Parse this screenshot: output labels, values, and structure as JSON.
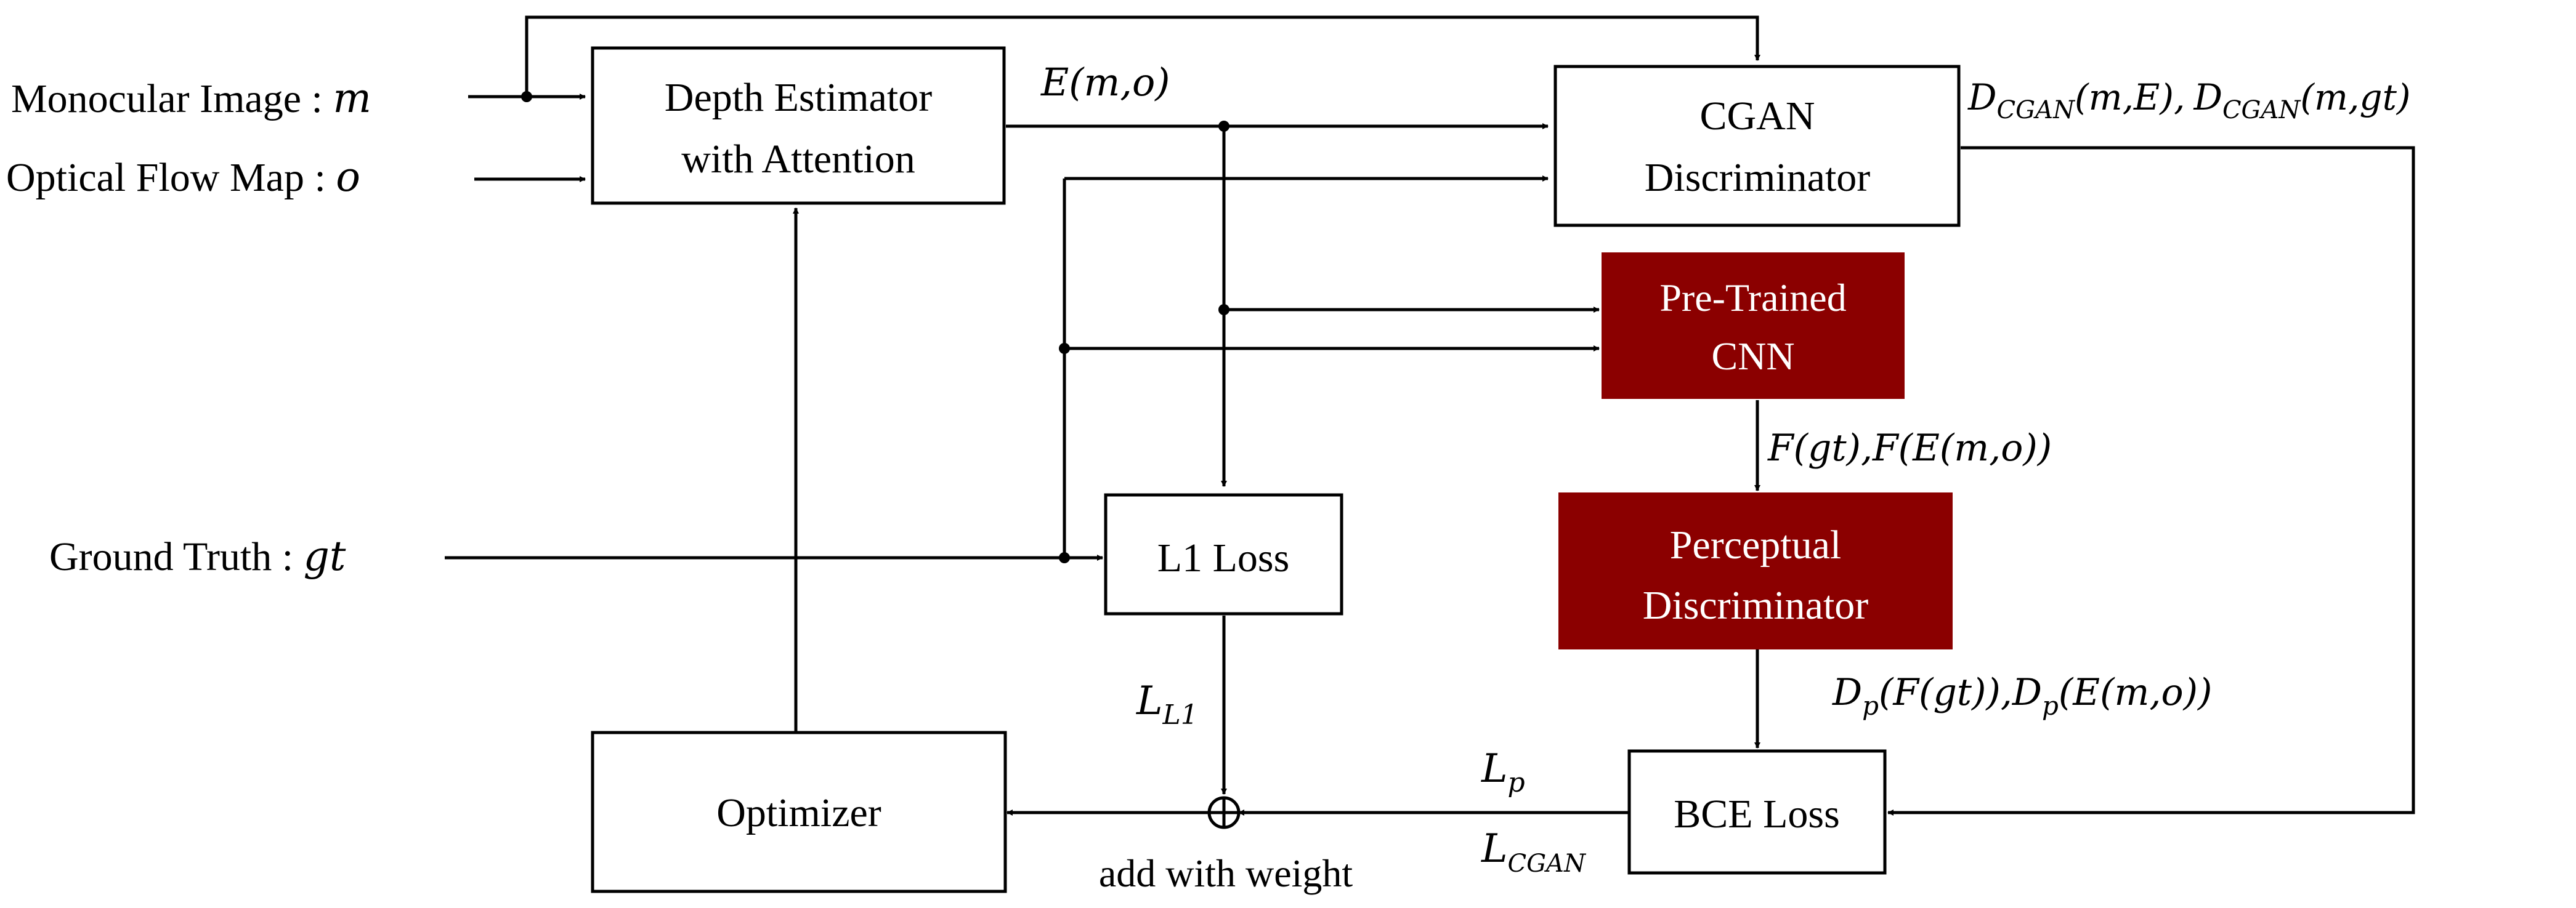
{
  "inputs": {
    "monocular": {
      "label": "Monocular Image : ",
      "var": "m"
    },
    "optical": {
      "label": "Optical Flow Map : ",
      "var": "o"
    },
    "ground_truth": {
      "label": "Ground Truth : ",
      "var": "gt"
    }
  },
  "boxes": {
    "depth_estimator": [
      "Depth Estimator",
      "with Attention"
    ],
    "cgan": [
      "CGAN",
      "Discriminator"
    ],
    "pretrained": [
      "Pre-Trained",
      "CNN"
    ],
    "perceptual": [
      "Perceptual",
      "Discriminator"
    ],
    "l1_loss": "L1 Loss",
    "bce_loss": "BCE Loss",
    "optimizer": "Optimizer"
  },
  "labels": {
    "e_mo": "E(m,o)",
    "d_cgan_main_1": "D",
    "d_cgan_sub_1": "CGAN",
    "d_cgan_args_1": "(m,E),",
    "d_cgan_main_2": "D",
    "d_cgan_sub_2": "CGAN",
    "d_cgan_args_2": "(m,gt)",
    "f_gt": "F(gt),F(E(m,o))",
    "dp_main_1": "D",
    "dp_sub_1": "p",
    "dp_args_1": "(F(gt)),",
    "dp_main_2": "D",
    "dp_sub_2": "p",
    "dp_args_2": "(E(m,o))",
    "ll1_main": "L",
    "ll1_sub": "L1",
    "lp_main": "L",
    "lp_sub": "p",
    "lcgan_main": "L",
    "lcgan_sub": "CGAN",
    "add_weight": "add with weight"
  },
  "colors": {
    "accent_boxes": "#8b0000",
    "lines": "#000000"
  }
}
